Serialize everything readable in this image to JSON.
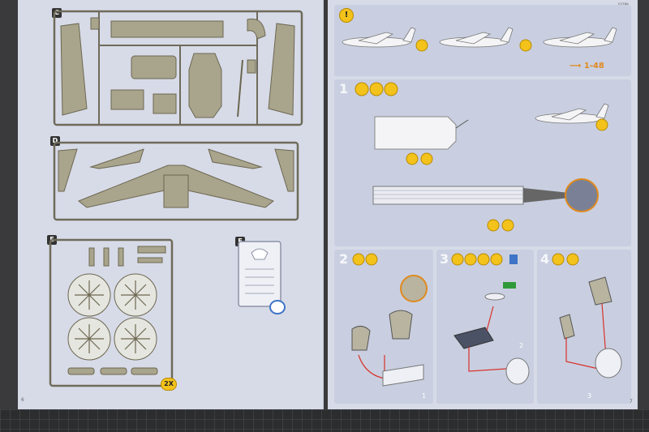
{
  "left_page": {
    "page_number": "6",
    "sprues": [
      {
        "id": "sprue-c",
        "label": "C"
      },
      {
        "id": "sprue-d",
        "label": "D"
      },
      {
        "id": "sprue-e",
        "label": "E"
      },
      {
        "id": "sprue-f",
        "label": "F"
      }
    ],
    "sprue_e_quantity": "2X"
  },
  "right_page": {
    "page_number": "7",
    "code": "03789",
    "intro_badge": "!",
    "reference": "1-48",
    "steps": [
      {
        "number": "1"
      },
      {
        "number": "2"
      },
      {
        "number": "3"
      },
      {
        "number": "4"
      }
    ],
    "step_subfig_numbers": [
      "1",
      "2",
      "3"
    ]
  },
  "colors": {
    "page": "#d7dbe8",
    "panel": "#c9cfe0",
    "sprue_part": "#a9a48c",
    "accent_yellow": "#f3c21b",
    "arrow_red": "#d8322a",
    "reference_orange": "#e08a1e"
  }
}
